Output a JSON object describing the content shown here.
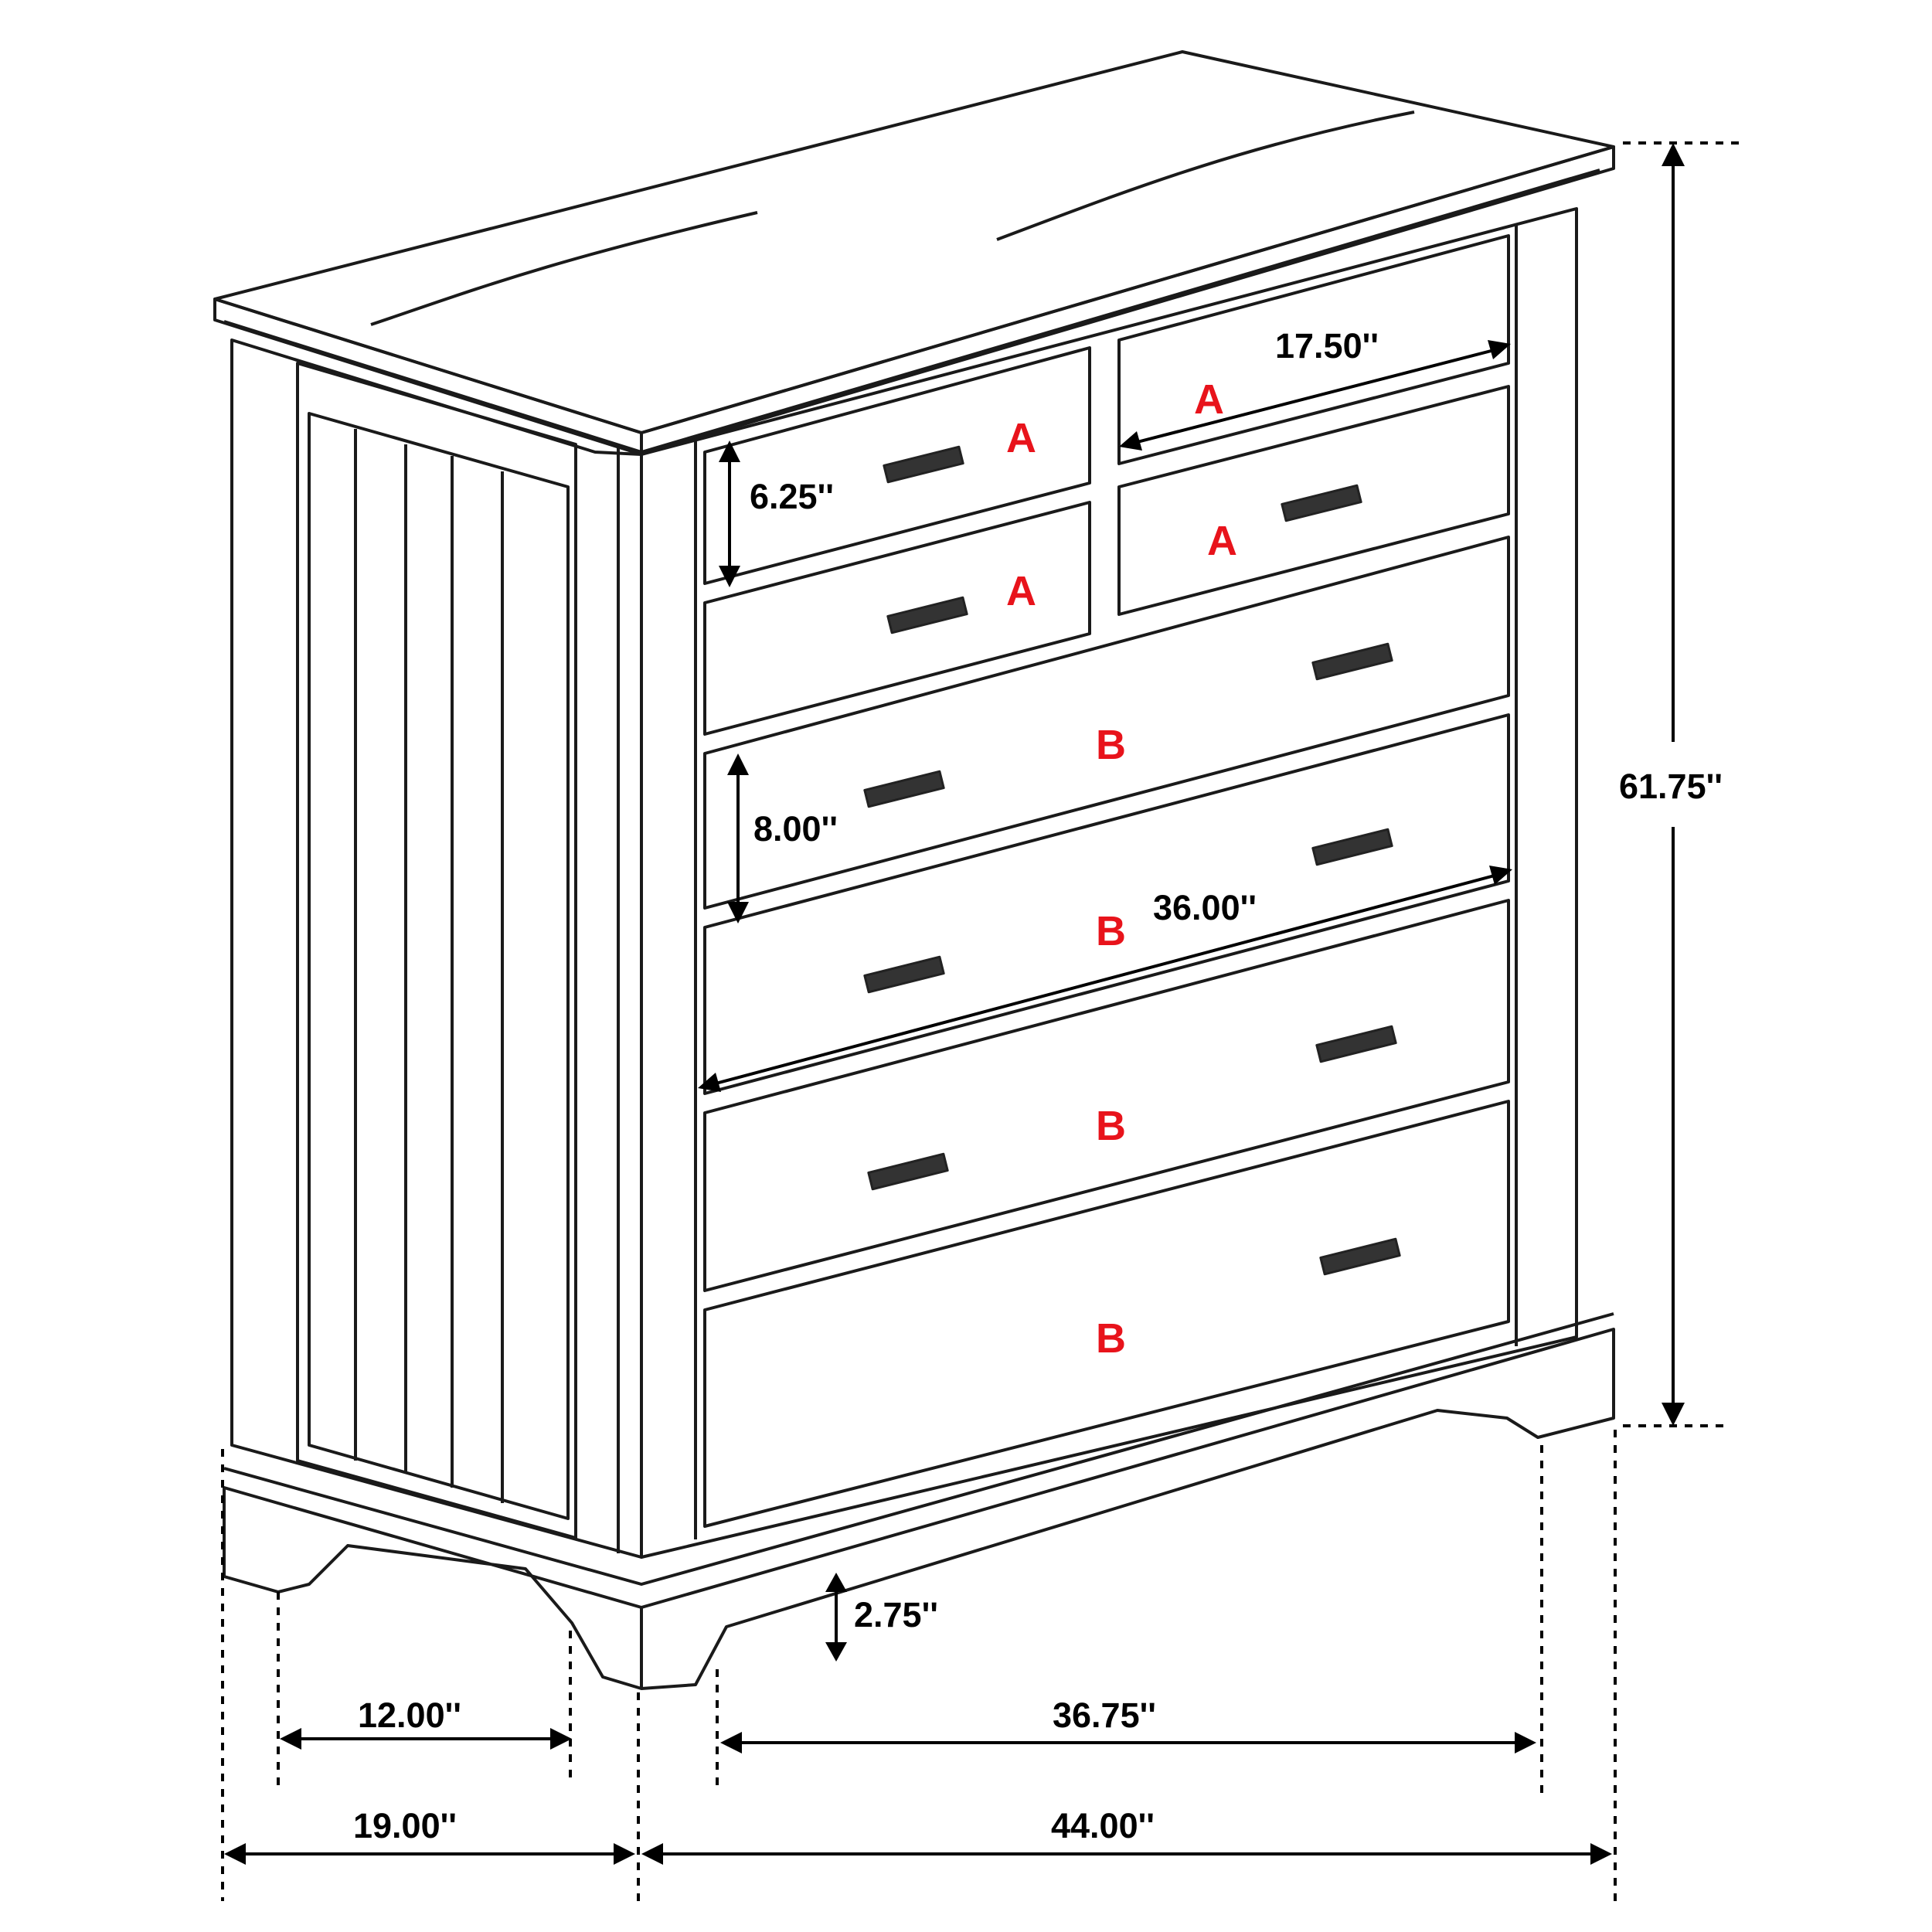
{
  "diagram": {
    "subject": "Chest of drawers dimension diagram",
    "colors": {
      "line": "#1a1a1a",
      "label": "#000000",
      "drawer_type": "#e8131b",
      "background": "#ffffff"
    },
    "dimensions": {
      "overall_height": "61.75''",
      "small_drawer_width": "17.50''",
      "small_drawer_height": "6.25''",
      "large_drawer_height": "8.00''",
      "large_drawer_width": "36.00''",
      "leg_clearance": "2.75''",
      "side_inner_width": "12.00''",
      "front_inner_width": "36.75''",
      "overall_depth": "19.00''",
      "overall_width": "44.00''"
    },
    "drawer_labels": {
      "a1": "A",
      "a2": "A",
      "a3": "A",
      "a4": "A",
      "b1": "B",
      "b2": "B",
      "b3": "B",
      "b4": "B"
    }
  }
}
